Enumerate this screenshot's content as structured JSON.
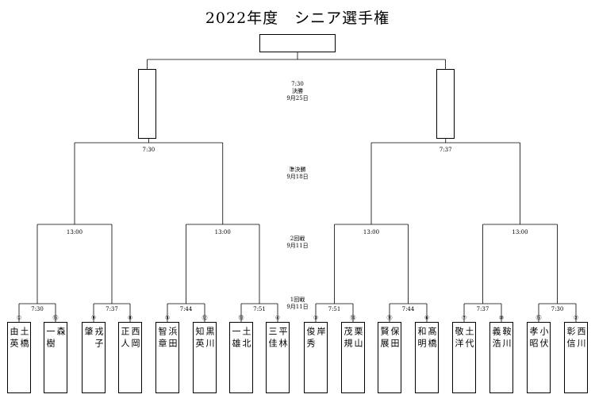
{
  "title": "2022年度　シニア選手権",
  "rounds": {
    "final": {
      "time": "7:30",
      "name": "決勝",
      "date": "9月25日"
    },
    "semi": {
      "name": "準決勝",
      "date": "9月18日"
    },
    "second": {
      "name": "2回戦",
      "date": "9月11日"
    },
    "first": {
      "name": "1回戦",
      "date": "9月11日"
    }
  },
  "semi_times": [
    "7:30",
    "7:37"
  ],
  "second_times": [
    "13:00",
    "13:00",
    "13:00",
    "13:00"
  ],
  "first_times": [
    "7:30",
    "7:37",
    "7:44",
    "7:51",
    "7:51",
    "7:44",
    "7:37",
    "7:30"
  ],
  "players": [
    {
      "seed": "①",
      "name": "土橋\n由英"
    },
    {
      "seed": "⑯",
      "name": "森\n一樹"
    },
    {
      "seed": "⑨",
      "name": "戎子\n肇"
    },
    {
      "seed": "⑧",
      "name": "西岡\n正人"
    },
    {
      "seed": "⑤",
      "name": "浜田\n智章"
    },
    {
      "seed": "⑫",
      "name": "黒川\n知英"
    },
    {
      "seed": "⑬",
      "name": "土北\n一雄"
    },
    {
      "seed": "④",
      "name": "平林\n三佳"
    },
    {
      "seed": "③",
      "name": "岸\n俊秀"
    },
    {
      "seed": "⑭",
      "name": "栗山\n茂規"
    },
    {
      "seed": "⑪",
      "name": "保田\n賢展"
    },
    {
      "seed": "⑥",
      "name": "髙橋\n和明"
    },
    {
      "seed": "⑦",
      "name": "土代\n敬洋"
    },
    {
      "seed": "⑩",
      "name": "鞍川\n義浩"
    },
    {
      "seed": "⑮",
      "name": "小伏\n孝昭"
    },
    {
      "seed": "②",
      "name": "西川\n彰信"
    }
  ]
}
